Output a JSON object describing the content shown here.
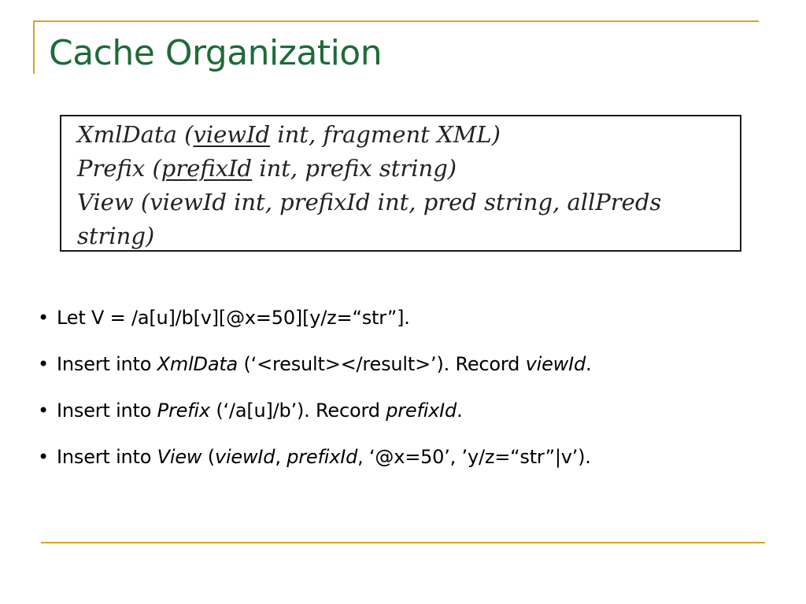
{
  "slide": {
    "title": "Cache Organization",
    "colors": {
      "title": "#1e6b39",
      "accent": "#d9a520",
      "text": "#000000",
      "border": "#1a1a1a"
    }
  },
  "schema": {
    "xmldata": {
      "name": "XmlData",
      "open": " (",
      "key": "viewId",
      "rest": " int, fragment XML)"
    },
    "prefix": {
      "name": "Prefix",
      "open": " (",
      "key": "prefixId",
      "rest": " int, prefix string)"
    },
    "view": {
      "line1": "View (viewId int, prefixId int, pred string, allPreds",
      "line2": "string)"
    }
  },
  "bullets": {
    "marker": "•",
    "b1": {
      "text": "Let V = /a[u]/b[v][@x=50][y/z=“str”]."
    },
    "b2": {
      "pre": "Insert into ",
      "table": "XmlData",
      "mid": " (‘<result></result>’). Record ",
      "field": "viewId",
      "end": "."
    },
    "b3": {
      "pre": "Insert into ",
      "table": "Prefix",
      "mid": " (‘/a[u]/b’). Record ",
      "field": "prefixId",
      "end": "."
    },
    "b4": {
      "pre": "Insert into ",
      "table": "View",
      "open": " (",
      "arg1": "viewId",
      "sep": ", ",
      "arg2": "prefixId",
      "tail": ", ‘@x=50’, ’y/z=“str”|v’)."
    }
  }
}
